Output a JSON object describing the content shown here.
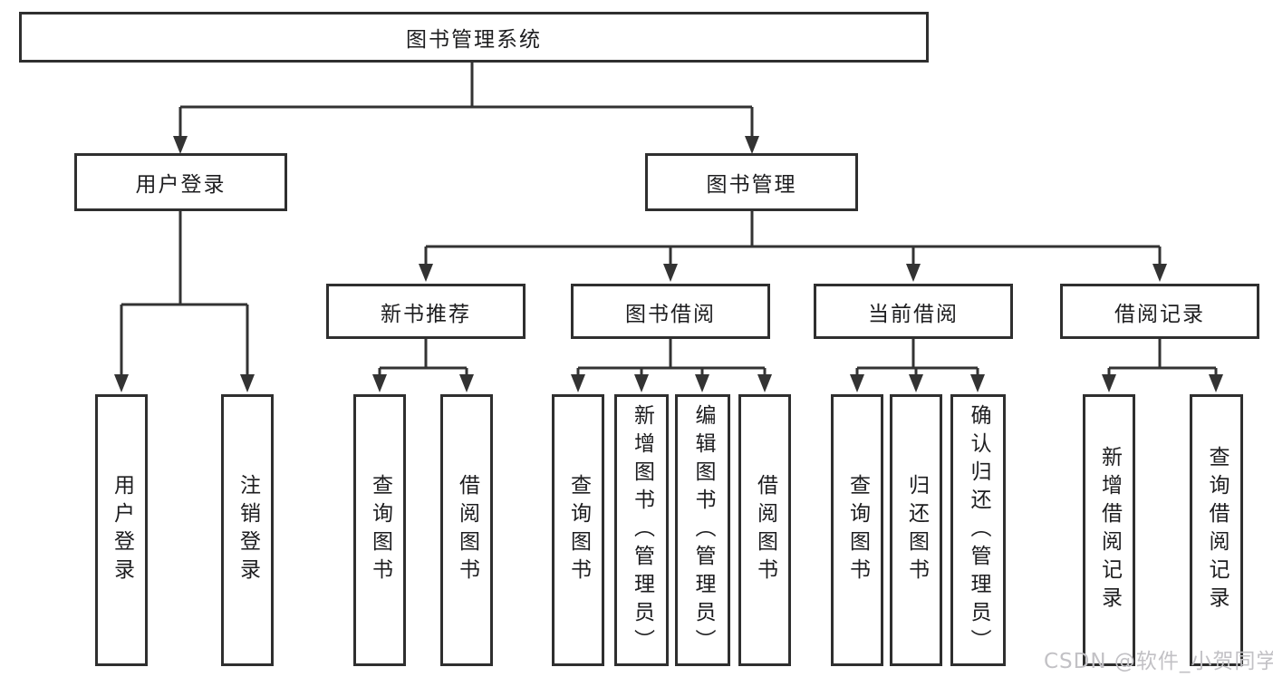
{
  "diagram": {
    "root": {
      "label": "图书管理系统"
    },
    "branches": [
      {
        "label": "用户登录",
        "children": [
          {
            "label": "用户登录"
          },
          {
            "label": "注销登录"
          }
        ]
      },
      {
        "label": "图书管理",
        "children": [
          {
            "label": "新书推荐",
            "children": [
              {
                "label": "查询图书"
              },
              {
                "label": "借阅图书"
              }
            ]
          },
          {
            "label": "图书借阅",
            "children": [
              {
                "label": "查询图书"
              },
              {
                "label": "新增图书（管理员）"
              },
              {
                "label": "编辑图书（管理员）"
              },
              {
                "label": "借阅图书"
              }
            ]
          },
          {
            "label": "当前借阅",
            "children": [
              {
                "label": "查询图书"
              },
              {
                "label": "归还图书"
              },
              {
                "label": "确认归还（管理员）"
              }
            ]
          },
          {
            "label": "借阅记录",
            "children": [
              {
                "label": "新增借阅记录"
              },
              {
                "label": "查询借阅记录"
              }
            ]
          }
        ]
      }
    ]
  },
  "watermark": {
    "text": "CSDN @软件_小贺同学"
  },
  "colors": {
    "line": "#333333",
    "box_border": "#2f2f2f",
    "text": "#1d1d1f",
    "watermark": "#c2c1c5",
    "background": "#ffffff"
  }
}
